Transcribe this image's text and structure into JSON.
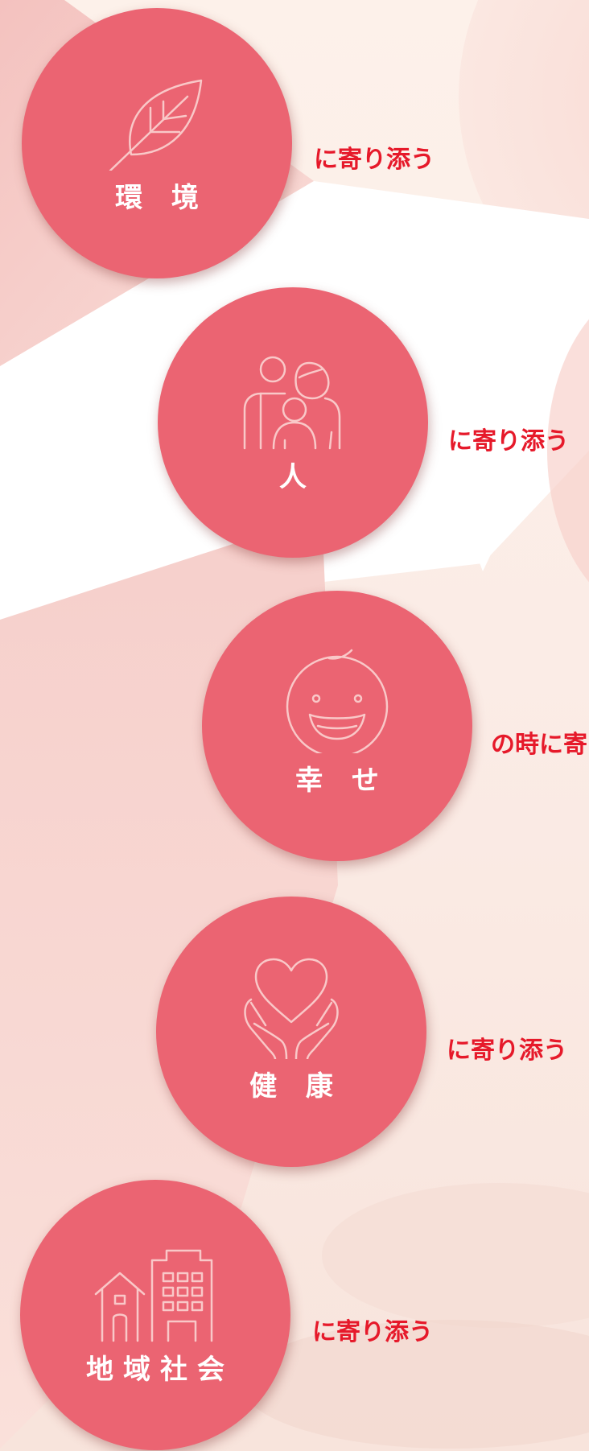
{
  "theme": {
    "circle_color": "#eb6472",
    "caption_color": "#e6192a",
    "background_color": "#fdf1ea"
  },
  "items": [
    {
      "label": "環 境",
      "caption": "に寄り添う",
      "icon": "leaf-icon"
    },
    {
      "label": "人",
      "caption": "に寄り添う",
      "icon": "family-icon"
    },
    {
      "label": "幸 せ",
      "caption": "の時に寄",
      "icon": "smile-face-icon"
    },
    {
      "label": "健 康",
      "caption": "に寄り添う",
      "icon": "heart-hands-icon"
    },
    {
      "label": "地域社会",
      "caption": "に寄り添う",
      "icon": "community-buildings-icon"
    }
  ]
}
